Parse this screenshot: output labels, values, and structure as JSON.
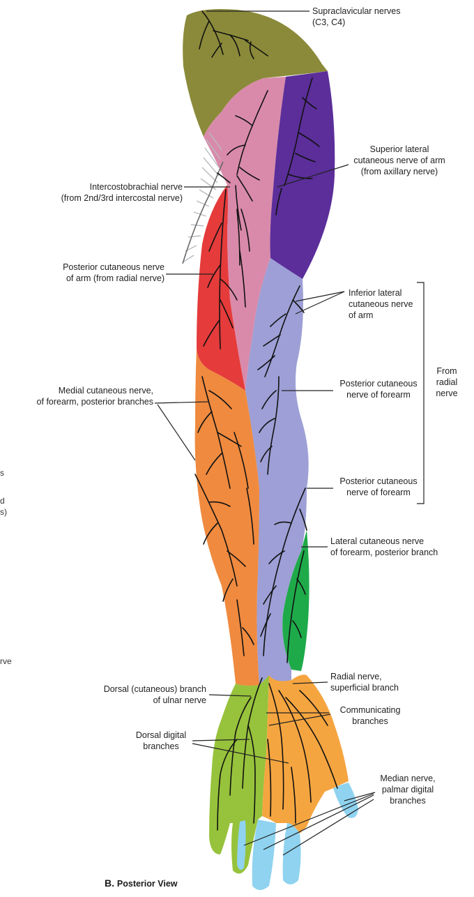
{
  "figure": {
    "caption_letter": "B.",
    "caption_text": "Posterior View"
  },
  "regions": [
    {
      "name": "Supraclavicular",
      "color": "#8a8a3a"
    },
    {
      "name": "Superior lateral cutaneous nerve of arm",
      "color": "#5b2e9a"
    },
    {
      "name": "Intercostobrachial / medial",
      "color": "#d98aaa"
    },
    {
      "name": "Posterior cutaneous nerve of arm",
      "color": "#e53b3b"
    },
    {
      "name": "Radial forearm",
      "color": "#9d9fd6"
    },
    {
      "name": "Medial cutaneous nerve of forearm",
      "color": "#ef8a3f"
    },
    {
      "name": "Lateral cutaneous nerve of forearm",
      "color": "#1faa4a"
    },
    {
      "name": "Ulnar dorsal",
      "color": "#97c23c"
    },
    {
      "name": "Radial superficial",
      "color": "#f5a540"
    },
    {
      "name": "Median palmar digital",
      "color": "#8fd3f0"
    }
  ],
  "labels": {
    "supraclavicular": "Supraclavicular nerves\n(C3, C4)",
    "superior_lateral": "Superior lateral\ncutaneous nerve of arm\n(from axillary nerve)",
    "intercostobrachial": "Intercostobrachial nerve\n(from 2nd/3rd intercostal nerve)",
    "posterior_arm": "Posterior cutaneous nerve\nof arm (from radial nerve)",
    "inferior_lateral": "Inferior lateral\ncutaneous nerve\nof arm",
    "from_radial": "From\nradial\nnerve",
    "medial_forearm": "Medial cutaneous nerve,\nof forearm, posterior branches",
    "posterior_forearm_1": "Posterior cutaneous\nnerve of forearm",
    "posterior_forearm_2": "Posterior cutaneous\nnerve of forearm",
    "lateral_forearm": "Lateral cutaneous nerve\nof forearm, posterior branch",
    "dorsal_ulnar": "Dorsal (cutaneous) branch\nof ulnar nerve",
    "radial_superficial": "Radial nerve,\nsuperficial branch",
    "communicating": "Communicating\nbranches",
    "dorsal_digital": "Dorsal digital\nbranches",
    "median_palmar": "Median nerve,\npalmar digital\nbranches"
  },
  "edge_fragments": {
    "f1": "s",
    "f2": "d",
    "f3": "s)",
    "f4": "rve"
  }
}
